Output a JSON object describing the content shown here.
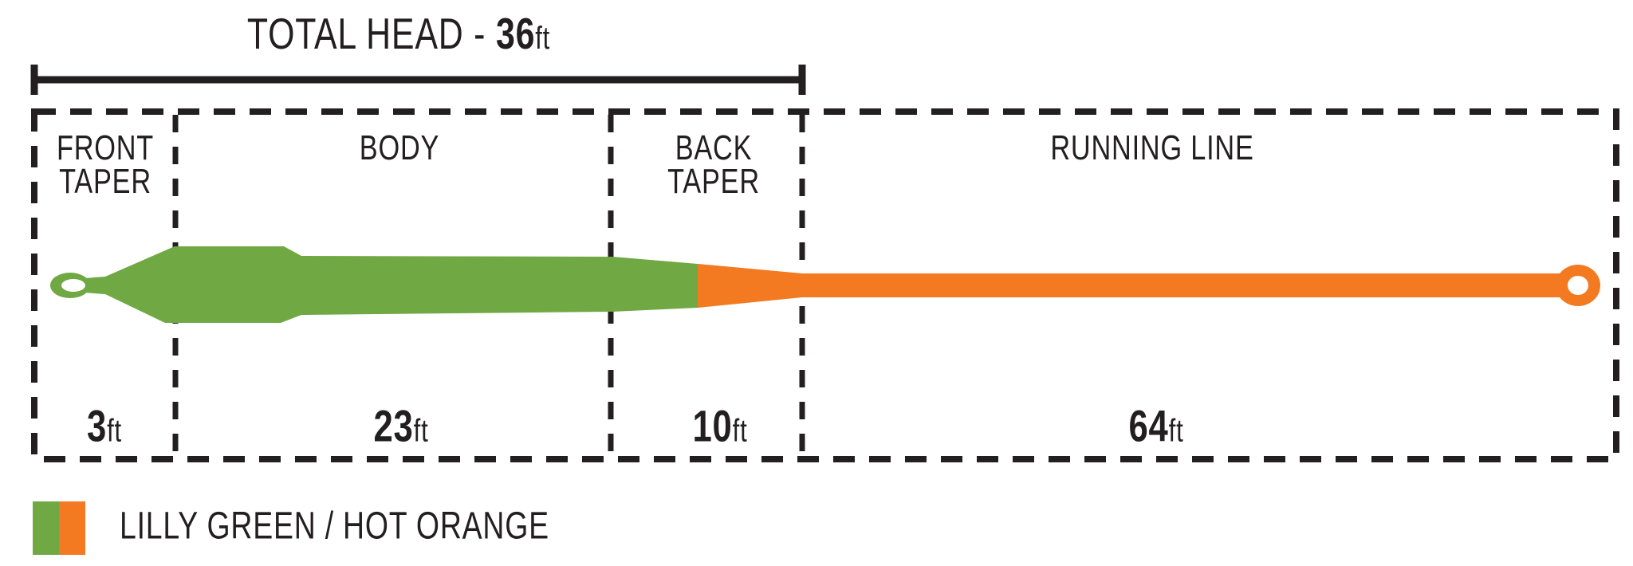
{
  "title": {
    "label": "TOTAL HEAD - ",
    "value": "36",
    "unit": "ft"
  },
  "sections": [
    {
      "id": "front-taper",
      "label_lines": [
        "FRONT",
        "TAPER"
      ],
      "length_value": "3",
      "length_unit": "ft"
    },
    {
      "id": "body",
      "label_lines": [
        "BODY"
      ],
      "length_value": "23",
      "length_unit": "ft"
    },
    {
      "id": "back-taper",
      "label_lines": [
        "BACK",
        "TAPER"
      ],
      "length_value": "10",
      "length_unit": "ft"
    },
    {
      "id": "running-line",
      "label_lines": [
        "RUNNING LINE"
      ],
      "length_value": "64",
      "length_unit": "ft"
    }
  ],
  "legend": {
    "label": "LILLY GREEN / HOT ORANGE"
  },
  "colors": {
    "lilly_green": "#70A843",
    "hot_orange": "#F37A21",
    "ink": "#231F20"
  }
}
